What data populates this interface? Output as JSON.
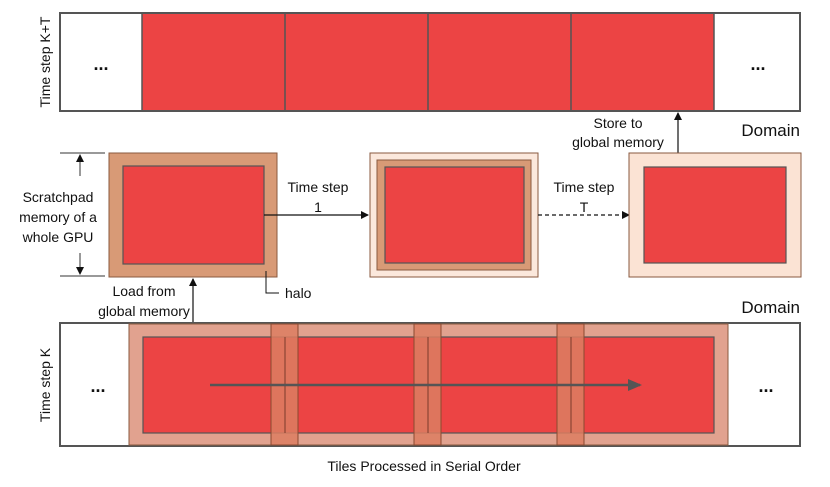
{
  "colors": {
    "tile_red": "#ec4444",
    "halo_dark": "#d89a76",
    "halo_light": "#fbe3d4",
    "halo_band": "#dc7e62",
    "domain_halo": "#e1a28f",
    "border": "#555555"
  },
  "top_domain": {
    "label": "Time step K+T",
    "left_ellipsis": "...",
    "right_ellipsis": "...",
    "domain_label": "Domain",
    "store_label_line1": "Store to",
    "store_label_line2": "global memory"
  },
  "middle": {
    "scratchpad_line1": "Scratchpad",
    "scratchpad_line2": "memory of a",
    "scratchpad_line3": "whole GPU",
    "step1_line1": "Time step",
    "step1_line2": "1",
    "stepT_line1": "Time step",
    "stepT_line2": "T",
    "halo_label": "halo",
    "load_line1": "Load from",
    "load_line2": "global memory"
  },
  "bottom_domain": {
    "label": "Time step K",
    "left_ellipsis": "...",
    "right_ellipsis": "...",
    "domain_label": "Domain",
    "caption": "Tiles Processed in Serial Order"
  }
}
